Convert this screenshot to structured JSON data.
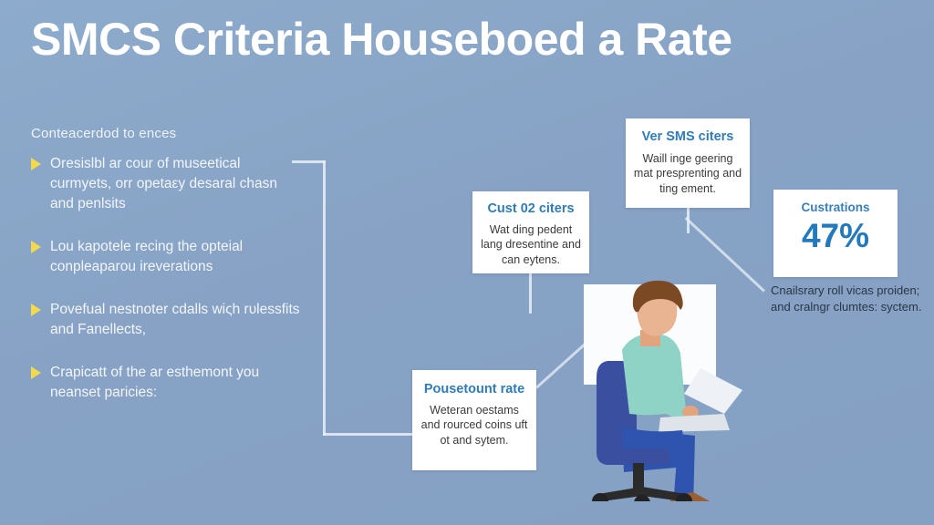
{
  "header": {
    "title": "SMCS Criteria Houseboed a Rate"
  },
  "left_panel": {
    "heading": "Conteacerdod to ences",
    "bullets": [
      {
        "text": "Oresislbl ar cour of museetical curmyets, orr opetaεy desaral chasn and penlsits"
      },
      {
        "text": "Lou kapotele recing the opteial conpleaparou ireverations"
      },
      {
        "text": "Povefual nestnoter cdalls wiςh rυlessfits and Fanellects,"
      },
      {
        "text": "Crapicatt of the ar esthemont you neanset paricies:"
      }
    ]
  },
  "cards": [
    {
      "id": "card-top",
      "title": "Ver SMS citers",
      "body": "Waill inge geering mat presprenting and ting ement."
    },
    {
      "id": "card-mid",
      "title": "Cust 02 citers",
      "body": "Wat ding pedent lang dresentine and can eytens."
    },
    {
      "id": "card-bottom",
      "title": "Pousetount rate",
      "body": "Weteran oestams and rourced coins uft ot and sytem."
    }
  ],
  "stat_card": {
    "title": "Custrations",
    "value": "47%",
    "caption": "Cnailsrary roll vicas proiden; and cralngr clumtes: syctem."
  },
  "illustration": {
    "name": "person-at-laptop-in-office-chair"
  },
  "colors": {
    "background": "#87a2c4",
    "card_background": "#ffffff",
    "card_title": "#2f7cb8",
    "stat_value": "#2279bd",
    "bullet_arrow": "#f2d94e",
    "title_text": "#ffffff",
    "connector_line": "#e9f0f8"
  }
}
